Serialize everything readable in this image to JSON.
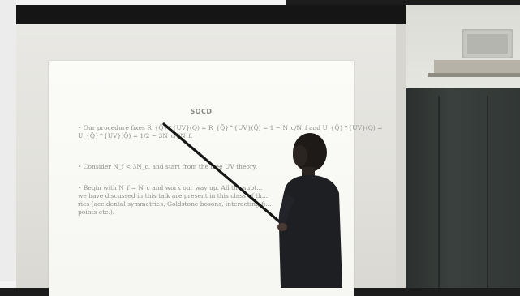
{
  "slide": {
    "title": "SQCD",
    "bullets": [
      {
        "lines": [
          "• Our procedure fixes R_{Q̃}^{UV}(Q) = R_{Q̃}^{UV}(Q̃) = 1 − N_c/N_f and U_{Q̃}^{UV}(Q) =",
          "U_{Q̃}^{UV}(Q̃) = 1/2 − 3N_c/2N_f."
        ]
      },
      {
        "lines": [
          "• Consider N_f < 3N_c, and start from the free UV theory."
        ]
      },
      {
        "lines": [
          "• Begin with N_f = N_c and work our way up.  All the subt...",
          "we have discussed in this talk are present in this class of th...",
          "ries (accidental symmetries, Goldstone bosons, interacting fi...",
          "points etc.)."
        ]
      }
    ]
  },
  "colors": {
    "screen": "#e3e2dd",
    "slide": "#f8f8f5",
    "slide_text": "#8d8d89",
    "wall_dark": "#333836",
    "pointer": "#1a1a1a"
  }
}
